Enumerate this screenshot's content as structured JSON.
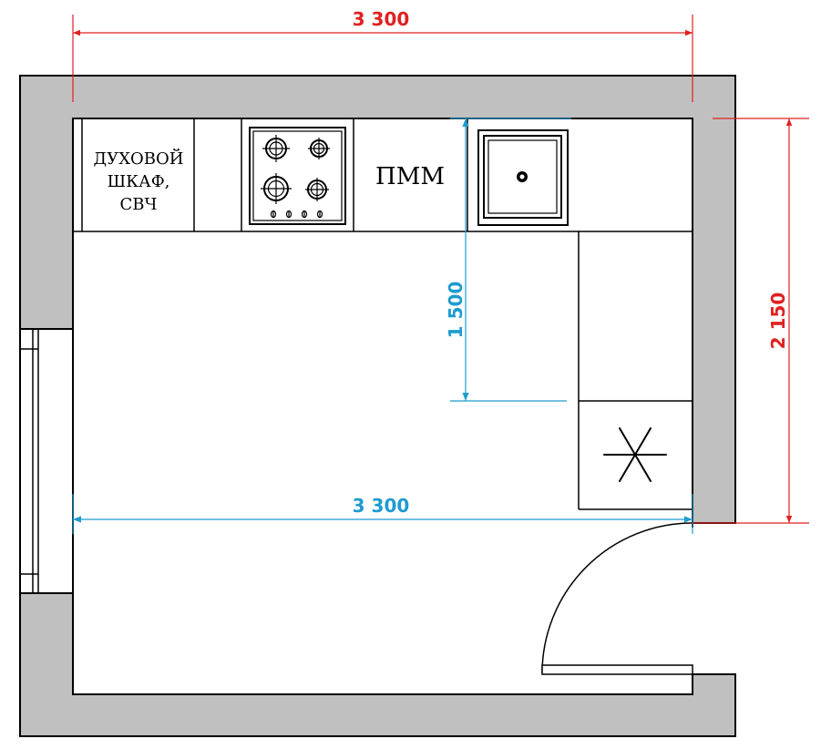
{
  "colors": {
    "wall": "#c0c0c0",
    "line": "#000000",
    "outer_dim": "#e02020",
    "inner_dim": "#1e9bd0"
  },
  "dimensions": {
    "top_width": "3 300",
    "right_height": "2 150",
    "inner_width": "3 300",
    "inner_depth": "1 500"
  },
  "labels": {
    "oven_line1": "ДУХОВОЙ",
    "oven_line2": "ШКАФ,",
    "oven_line3": "СВЧ",
    "dishwasher": "ПММ"
  },
  "icons": {
    "hob": "gas-hob-icon",
    "sink": "sink-icon",
    "corner_cabinet": "asterisk-icon",
    "door": "door-swing-icon"
  }
}
